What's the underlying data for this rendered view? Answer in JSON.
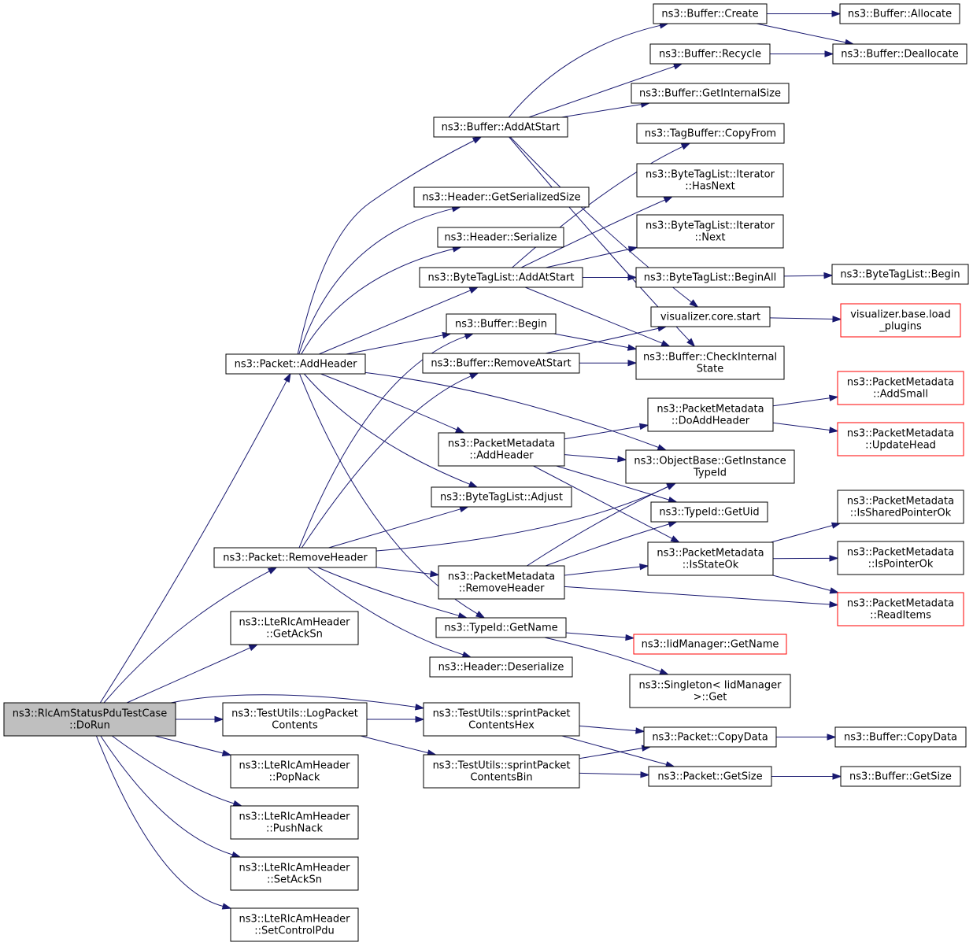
{
  "nodes": [
    {
      "id": "n0",
      "lines": [
        "ns3::RlcAmStatusPduTestCase",
        "::DoRun"
      ],
      "style": "root"
    },
    {
      "id": "n1",
      "lines": [
        "ns3::Packet::AddHeader"
      ]
    },
    {
      "id": "n2",
      "lines": [
        "ns3::Packet::RemoveHeader"
      ]
    },
    {
      "id": "n3",
      "lines": [
        "ns3::LteRlcAmHeader",
        "::GetAckSn"
      ]
    },
    {
      "id": "n4",
      "lines": [
        "ns3::TestUtils::LogPacket",
        "Contents"
      ]
    },
    {
      "id": "n5",
      "lines": [
        "ns3::LteRlcAmHeader",
        "::PopNack"
      ]
    },
    {
      "id": "n6",
      "lines": [
        "ns3::LteRlcAmHeader",
        "::PushNack"
      ]
    },
    {
      "id": "n7",
      "lines": [
        "ns3::LteRlcAmHeader",
        "::SetAckSn"
      ]
    },
    {
      "id": "n8",
      "lines": [
        "ns3::LteRlcAmHeader",
        "::SetControlPdu"
      ]
    },
    {
      "id": "n9",
      "lines": [
        "ns3::Buffer::AddAtStart"
      ]
    },
    {
      "id": "n10",
      "lines": [
        "ns3::Header::GetSerializedSize"
      ]
    },
    {
      "id": "n11",
      "lines": [
        "ns3::Header::Serialize"
      ]
    },
    {
      "id": "n12",
      "lines": [
        "ns3::ByteTagList::AddAtStart"
      ]
    },
    {
      "id": "n13",
      "lines": [
        "ns3::Buffer::Begin"
      ]
    },
    {
      "id": "n14",
      "lines": [
        "ns3::Buffer::RemoveAtStart"
      ]
    },
    {
      "id": "n15",
      "lines": [
        "ns3::PacketMetadata",
        "::AddHeader"
      ]
    },
    {
      "id": "n16",
      "lines": [
        "ns3::ByteTagList::Adjust"
      ]
    },
    {
      "id": "n17",
      "lines": [
        "ns3::PacketMetadata",
        "::RemoveHeader"
      ]
    },
    {
      "id": "n18",
      "lines": [
        "ns3::TypeId::GetName"
      ]
    },
    {
      "id": "n19",
      "lines": [
        "ns3::Header::Deserialize"
      ]
    },
    {
      "id": "n20",
      "lines": [
        "ns3::TestUtils::sprintPacket",
        "ContentsHex"
      ]
    },
    {
      "id": "n21",
      "lines": [
        "ns3::TestUtils::sprintPacket",
        "ContentsBin"
      ]
    },
    {
      "id": "n22",
      "lines": [
        "ns3::Buffer::Create"
      ]
    },
    {
      "id": "n23",
      "lines": [
        "ns3::Buffer::Recycle"
      ]
    },
    {
      "id": "n24",
      "lines": [
        "ns3::Buffer::GetInternalSize"
      ]
    },
    {
      "id": "n25",
      "lines": [
        "ns3::TagBuffer::CopyFrom"
      ]
    },
    {
      "id": "n26",
      "lines": [
        "ns3::ByteTagList::Iterator",
        "::HasNext"
      ]
    },
    {
      "id": "n27",
      "lines": [
        "ns3::ByteTagList::Iterator",
        "::Next"
      ]
    },
    {
      "id": "n28",
      "lines": [
        "ns3::ByteTagList::BeginAll"
      ]
    },
    {
      "id": "n29",
      "lines": [
        "visualizer.core.start"
      ]
    },
    {
      "id": "n30",
      "lines": [
        "ns3::Buffer::CheckInternal",
        "State"
      ]
    },
    {
      "id": "n31",
      "lines": [
        "ns3::PacketMetadata",
        "::DoAddHeader"
      ]
    },
    {
      "id": "n32",
      "lines": [
        "ns3::ObjectBase::GetInstance",
        "TypeId"
      ]
    },
    {
      "id": "n33",
      "lines": [
        "ns3::TypeId::GetUid"
      ]
    },
    {
      "id": "n34",
      "lines": [
        "ns3::PacketMetadata",
        "::IsStateOk"
      ]
    },
    {
      "id": "n35",
      "lines": [
        "ns3::IidManager::GetName"
      ],
      "style": "red"
    },
    {
      "id": "n36",
      "lines": [
        "ns3::Singleton< IidManager",
        ">::Get"
      ]
    },
    {
      "id": "n37",
      "lines": [
        "ns3::Packet::CopyData"
      ]
    },
    {
      "id": "n38",
      "lines": [
        "ns3::Packet::GetSize"
      ]
    },
    {
      "id": "n39",
      "lines": [
        "ns3::Buffer::Allocate"
      ]
    },
    {
      "id": "n40",
      "lines": [
        "ns3::Buffer::Deallocate"
      ]
    },
    {
      "id": "n41",
      "lines": [
        "ns3::ByteTagList::Begin"
      ]
    },
    {
      "id": "n42",
      "lines": [
        "visualizer.base.load",
        "_plugins"
      ],
      "style": "red"
    },
    {
      "id": "n43",
      "lines": [
        "ns3::PacketMetadata",
        "::AddSmall"
      ],
      "style": "red"
    },
    {
      "id": "n44",
      "lines": [
        "ns3::PacketMetadata",
        "::UpdateHead"
      ],
      "style": "red"
    },
    {
      "id": "n45",
      "lines": [
        "ns3::PacketMetadata",
        "::IsSharedPointerOk"
      ]
    },
    {
      "id": "n46",
      "lines": [
        "ns3::PacketMetadata",
        "::IsPointerOk"
      ]
    },
    {
      "id": "n47",
      "lines": [
        "ns3::PacketMetadata",
        "::ReadItems"
      ],
      "style": "red"
    },
    {
      "id": "n48",
      "lines": [
        "ns3::Buffer::CopyData"
      ]
    },
    {
      "id": "n49",
      "lines": [
        "ns3::Buffer::GetSize"
      ]
    }
  ],
  "edges": [
    [
      "n0",
      "n1"
    ],
    [
      "n0",
      "n2"
    ],
    [
      "n0",
      "n3"
    ],
    [
      "n0",
      "n4"
    ],
    [
      "n0",
      "n5"
    ],
    [
      "n0",
      "n6"
    ],
    [
      "n0",
      "n7"
    ],
    [
      "n0",
      "n8"
    ],
    [
      "n0",
      "n20"
    ],
    [
      "n1",
      "n9"
    ],
    [
      "n1",
      "n10"
    ],
    [
      "n1",
      "n11"
    ],
    [
      "n1",
      "n12"
    ],
    [
      "n1",
      "n13"
    ],
    [
      "n1",
      "n15"
    ],
    [
      "n1",
      "n16"
    ],
    [
      "n1",
      "n18"
    ],
    [
      "n1",
      "n32"
    ],
    [
      "n2",
      "n13"
    ],
    [
      "n2",
      "n14"
    ],
    [
      "n2",
      "n16"
    ],
    [
      "n2",
      "n17"
    ],
    [
      "n2",
      "n18"
    ],
    [
      "n2",
      "n19"
    ],
    [
      "n2",
      "n32"
    ],
    [
      "n4",
      "n20"
    ],
    [
      "n4",
      "n21"
    ],
    [
      "n9",
      "n22"
    ],
    [
      "n9",
      "n23"
    ],
    [
      "n9",
      "n24"
    ],
    [
      "n9",
      "n29"
    ],
    [
      "n9",
      "n30"
    ],
    [
      "n12",
      "n25"
    ],
    [
      "n12",
      "n26"
    ],
    [
      "n12",
      "n27"
    ],
    [
      "n12",
      "n28"
    ],
    [
      "n12",
      "n30"
    ],
    [
      "n13",
      "n30"
    ],
    [
      "n14",
      "n29"
    ],
    [
      "n14",
      "n30"
    ],
    [
      "n15",
      "n31"
    ],
    [
      "n15",
      "n32"
    ],
    [
      "n15",
      "n33"
    ],
    [
      "n15",
      "n34"
    ],
    [
      "n17",
      "n32"
    ],
    [
      "n17",
      "n33"
    ],
    [
      "n17",
      "n34"
    ],
    [
      "n17",
      "n47"
    ],
    [
      "n18",
      "n35"
    ],
    [
      "n18",
      "n36"
    ],
    [
      "n20",
      "n37"
    ],
    [
      "n20",
      "n38"
    ],
    [
      "n21",
      "n37"
    ],
    [
      "n21",
      "n38"
    ],
    [
      "n22",
      "n39"
    ],
    [
      "n22",
      "n40"
    ],
    [
      "n23",
      "n40"
    ],
    [
      "n28",
      "n41"
    ],
    [
      "n29",
      "n42"
    ],
    [
      "n31",
      "n43"
    ],
    [
      "n31",
      "n44"
    ],
    [
      "n34",
      "n45"
    ],
    [
      "n34",
      "n46"
    ],
    [
      "n34",
      "n47"
    ],
    [
      "n37",
      "n48"
    ],
    [
      "n38",
      "n49"
    ]
  ]
}
